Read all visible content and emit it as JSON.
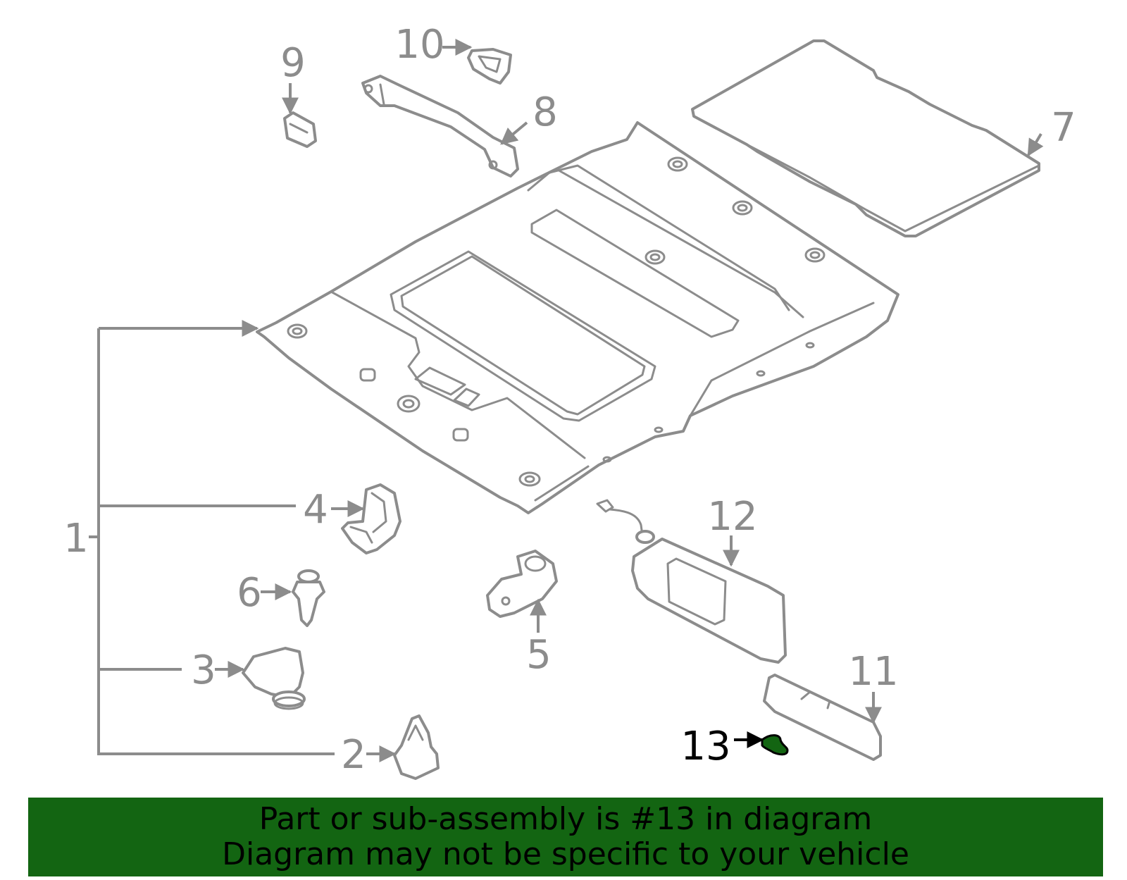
{
  "callouts": {
    "c1": "1",
    "c2": "2",
    "c3": "3",
    "c4": "4",
    "c5": "5",
    "c6": "6",
    "c7": "7",
    "c8": "8",
    "c9": "9",
    "c10": "10",
    "c11": "11",
    "c12": "12",
    "c13": "13"
  },
  "highlight_color": "#136512",
  "banner": {
    "line1": "Part or sub-assembly is #13 in diagram",
    "line2": "Diagram may not be specific to your vehicle"
  }
}
